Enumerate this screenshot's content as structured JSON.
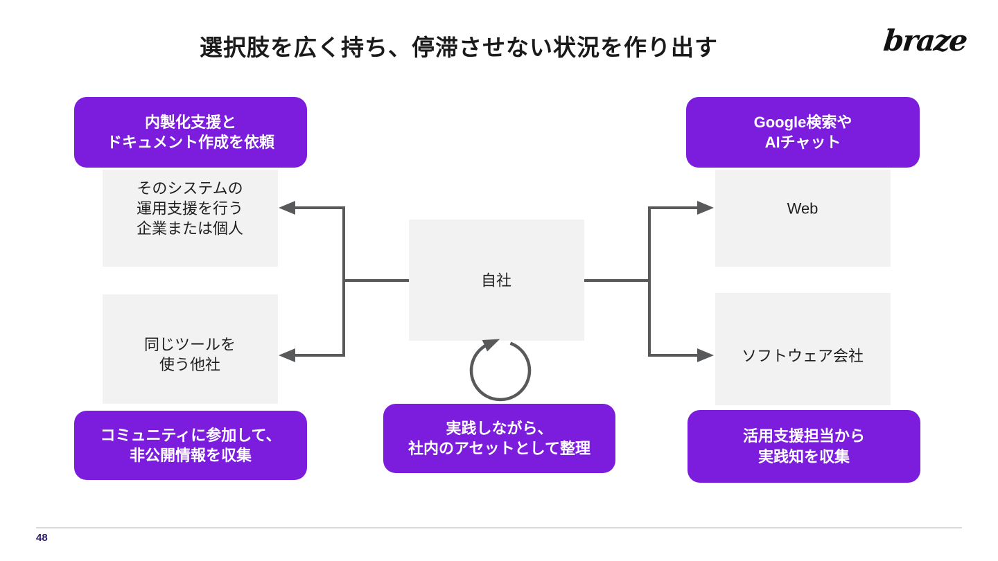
{
  "page": {
    "title": "選択肢を広く持ち、停滞させない状況を作り出す",
    "logo_text": "braze",
    "page_number": "48"
  },
  "colors": {
    "accent_purple": "#7C1DDD",
    "box_gray": "#F2F2F2",
    "arrow_gray": "#58595B",
    "page_number_indigo": "#2E1A6B",
    "divider_gray": "#D9D9D9"
  },
  "icons": {
    "cycle": "circular-arrow-clockwise-loop"
  },
  "diagram": {
    "left": {
      "badge_top": "内製化支援と\nドキュメント作成を依頼",
      "box_top": "そのシステムの\n運用支援を行う\n企業または個人",
      "box_bottom": "同じツールを\n使う他社",
      "badge_bottom": "コミュニティに参加して、\n非公開情報を収集"
    },
    "center": {
      "box": "自社",
      "badge_bottom": "実践しながら、\n社内のアセットとして整理"
    },
    "right": {
      "badge_top": "Google検索や\nAIチャット",
      "box_top": "Web",
      "box_bottom": "ソフトウェア会社",
      "badge_bottom": "活用支援担当から\n実践知を収集"
    }
  }
}
